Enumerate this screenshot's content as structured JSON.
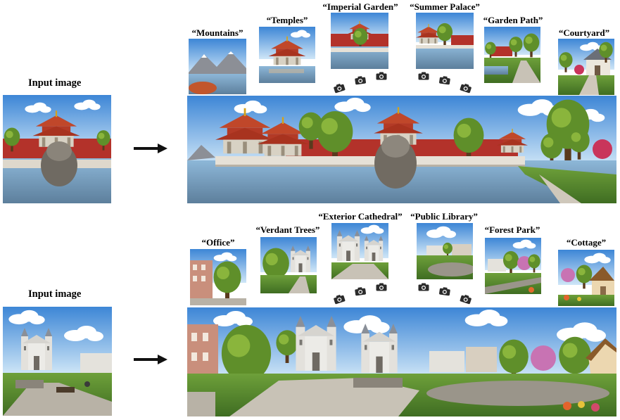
{
  "rows": [
    {
      "input_label": "Input image",
      "prompts": [
        {
          "label": "“Mountains”"
        },
        {
          "label": "“Temples”"
        },
        {
          "label": "“Imperial Garden”"
        },
        {
          "label": "“Summer Palace”"
        },
        {
          "label": "“Garden Path”"
        },
        {
          "label": "“Courtyard”"
        }
      ]
    },
    {
      "input_label": "Input image",
      "prompts": [
        {
          "label": "“Office”"
        },
        {
          "label": "“Verdant Trees”"
        },
        {
          "label": "“Exterior Cathedral”"
        },
        {
          "label": "“Public Library”"
        },
        {
          "label": "“Forest Park”"
        },
        {
          "label": "“Cottage”"
        }
      ]
    }
  ],
  "icons": {
    "camera": "camera-icon",
    "arrow": "right-arrow-icon"
  }
}
